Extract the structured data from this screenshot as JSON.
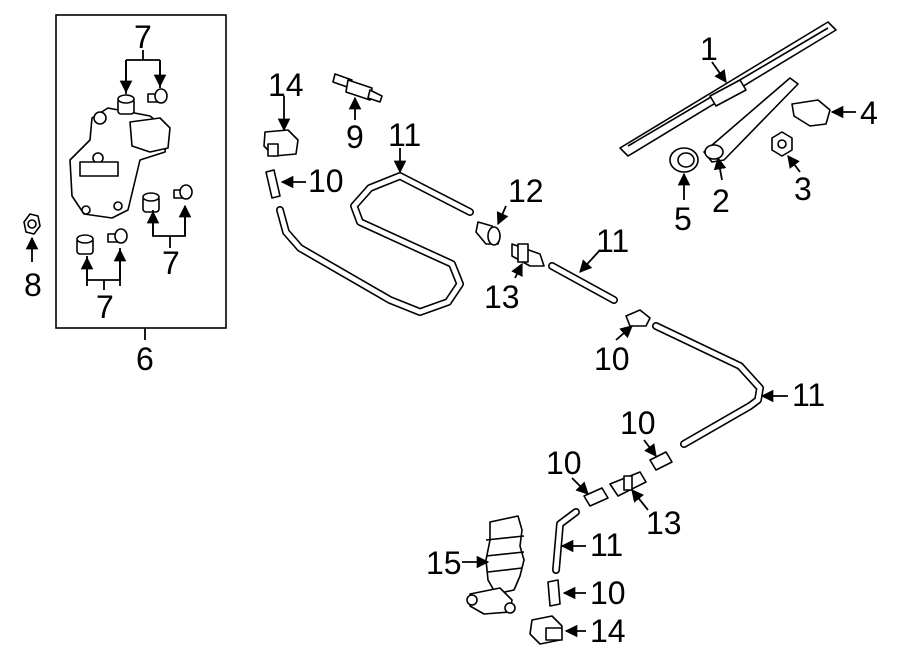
{
  "callouts": {
    "c1": "1",
    "c2": "2",
    "c3": "3",
    "c4": "4",
    "c5": "5",
    "c6": "6",
    "c7a": "7",
    "c7b": "7",
    "c7c": "7",
    "c8": "8",
    "c9": "9",
    "c10a": "10",
    "c10b": "10",
    "c10c": "10",
    "c10d": "10",
    "c10e": "10",
    "c11a": "11",
    "c11b": "11",
    "c11c": "11",
    "c11d": "11",
    "c12": "12",
    "c13a": "13",
    "c13b": "13",
    "c14a": "14",
    "c14b": "14",
    "c15": "15"
  }
}
